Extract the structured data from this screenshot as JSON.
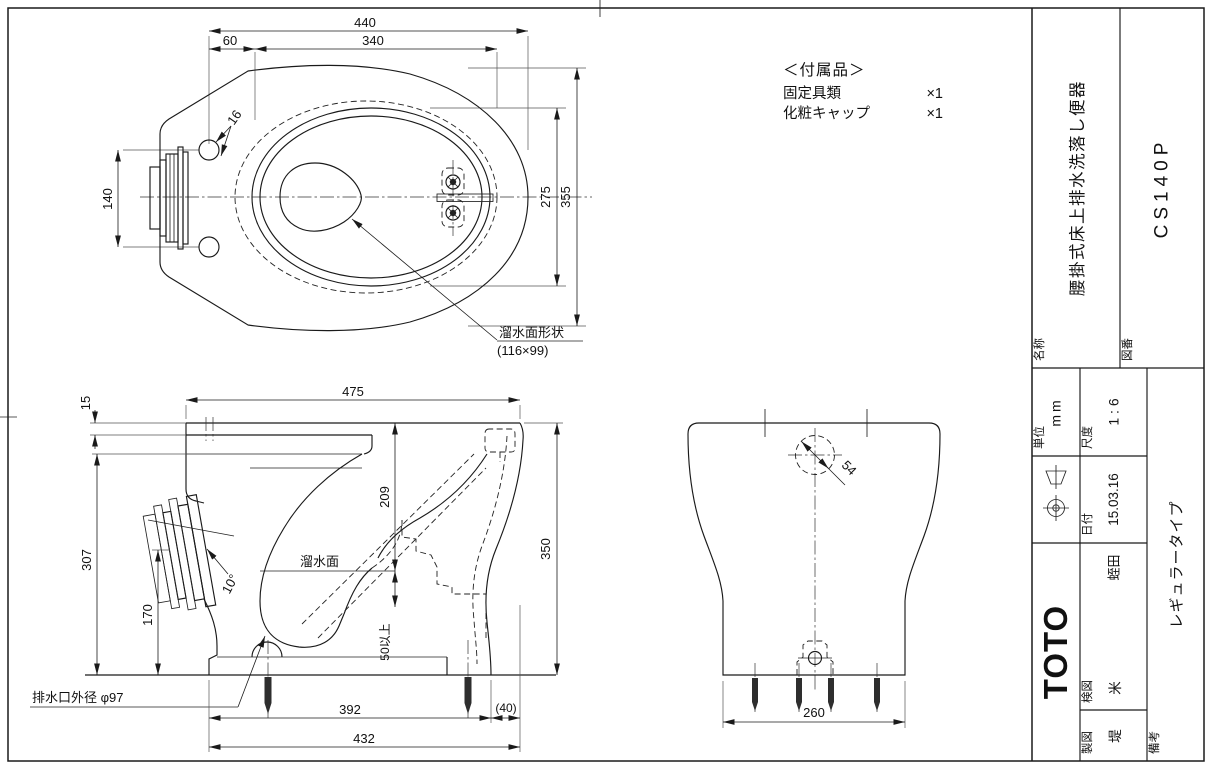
{
  "accessories": {
    "title": "＜付属品＞",
    "items": [
      {
        "name": "固定具類",
        "qty": "×1"
      },
      {
        "name": "化粧キャップ",
        "qty": "×1"
      }
    ]
  },
  "views": {
    "top": {
      "dims": {
        "d440": "440",
        "d60": "60",
        "d340": "340",
        "d140": "140",
        "d16": "16",
        "d275": "275",
        "d355": "355"
      },
      "water_label": "溜水面形状",
      "water_size": "(116×99)"
    },
    "side": {
      "dims": {
        "d475": "475",
        "d15": "15",
        "d307": "307",
        "d170": "170",
        "d209": "209",
        "d350": "350",
        "d50min": "50以上",
        "d392": "392",
        "d40": "(40)",
        "d432": "432",
        "angle": "10°"
      },
      "water_label": "溜水面",
      "drain_label": "排水口外径 φ97"
    },
    "rear": {
      "dims": {
        "d54": "54",
        "d260": "260"
      }
    }
  },
  "title_block": {
    "name_label": "名称",
    "name": "腰掛式床上排水洗落し便器",
    "number_label": "図番",
    "number": "CS140P",
    "unit_label": "単位",
    "unit": "mm",
    "scale_label": "尺度",
    "scale": "1 : 6",
    "date_label": "日付",
    "date": "15.03.16",
    "checker1": "蛭田",
    "check_label": "検図",
    "checker2": "米",
    "draft_label": "製図",
    "drafter": "堤",
    "notes_label": "備考",
    "notes": "レギュラータイプ",
    "logo": "TOTO"
  }
}
